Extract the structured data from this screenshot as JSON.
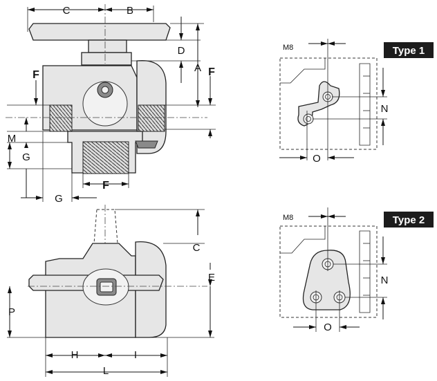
{
  "top_view": {
    "dims": {
      "C": "C",
      "B": "B",
      "D": "D",
      "A": "A",
      "F_left": "F",
      "F_right": "F",
      "M": "M",
      "G_side": "G",
      "G_bottom": "G",
      "F_bottom": "F"
    }
  },
  "bottom_view": {
    "dims": {
      "C": "C",
      "E": "E",
      "P": "P",
      "H": "H",
      "I": "I",
      "L": "L"
    }
  },
  "type1": {
    "badge": "Type 1",
    "thread": "M8",
    "N": "N",
    "O": "O"
  },
  "type2": {
    "badge": "Type 2",
    "thread": "M8",
    "N": "N",
    "O": "O"
  }
}
